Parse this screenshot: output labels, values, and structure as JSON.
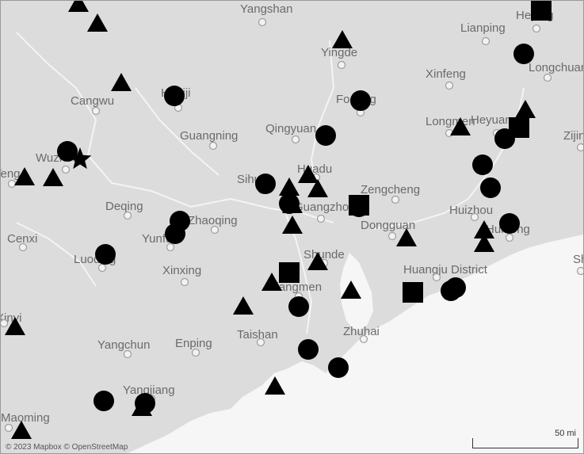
{
  "map": {
    "attribution": "© 2023 Mapbox © OpenStreetMap",
    "scale_label": "50 mi",
    "colors": {
      "land": "#dcdcdc",
      "water": "#f6f6f6",
      "marker": "#000000",
      "label": "#6a6a6a"
    },
    "cities": [
      {
        "name": "Yangshan"
      },
      {
        "name": "Lianping"
      },
      {
        "name": "Heping"
      },
      {
        "name": "Yingde"
      },
      {
        "name": "Xinfeng"
      },
      {
        "name": "Longchuan"
      },
      {
        "name": "Cangwu"
      },
      {
        "name": "Huaiji"
      },
      {
        "name": "Fogang"
      },
      {
        "name": "Longmen"
      },
      {
        "name": "Heyuan"
      },
      {
        "name": "Zijin"
      },
      {
        "name": "Guangning"
      },
      {
        "name": "Qingyuan"
      },
      {
        "name": "Wuzhou"
      },
      {
        "name": "Teng"
      },
      {
        "name": "Huadu"
      },
      {
        "name": "Sihui"
      },
      {
        "name": "Zengcheng"
      },
      {
        "name": "Deqing"
      },
      {
        "name": "Guangzhou"
      },
      {
        "name": "Huizhou"
      },
      {
        "name": "Zhaoqing"
      },
      {
        "name": "Dongguan"
      },
      {
        "name": "Huidong"
      },
      {
        "name": "Cenxi"
      },
      {
        "name": "Yunfu"
      },
      {
        "name": "Shunde"
      },
      {
        "name": "Luoding"
      },
      {
        "name": "Huangju District"
      },
      {
        "name": "Shanwei"
      },
      {
        "name": "Xinxing"
      },
      {
        "name": "Jiangmen"
      },
      {
        "name": "Xinyi"
      },
      {
        "name": "Taishan"
      },
      {
        "name": "Zhuhai"
      },
      {
        "name": "Yangchun"
      },
      {
        "name": "Enping"
      },
      {
        "name": "Yangjiang"
      },
      {
        "name": "Maoming"
      }
    ],
    "markers": [
      {
        "shape": "triangle"
      },
      {
        "shape": "triangle"
      },
      {
        "shape": "triangle"
      },
      {
        "shape": "triangle"
      },
      {
        "shape": "triangle"
      },
      {
        "shape": "triangle"
      },
      {
        "shape": "triangle"
      },
      {
        "shape": "triangle"
      },
      {
        "shape": "triangle"
      },
      {
        "shape": "triangle"
      },
      {
        "shape": "triangle"
      },
      {
        "shape": "triangle"
      },
      {
        "shape": "triangle"
      },
      {
        "shape": "triangle"
      },
      {
        "shape": "triangle"
      },
      {
        "shape": "triangle"
      },
      {
        "shape": "triangle"
      },
      {
        "shape": "triangle"
      },
      {
        "shape": "triangle"
      },
      {
        "shape": "triangle"
      },
      {
        "shape": "triangle"
      },
      {
        "shape": "triangle"
      },
      {
        "shape": "triangle"
      },
      {
        "shape": "triangle"
      },
      {
        "shape": "circle"
      },
      {
        "shape": "circle"
      },
      {
        "shape": "circle"
      },
      {
        "shape": "circle"
      },
      {
        "shape": "circle"
      },
      {
        "shape": "circle"
      },
      {
        "shape": "circle"
      },
      {
        "shape": "circle"
      },
      {
        "shape": "circle"
      },
      {
        "shape": "circle"
      },
      {
        "shape": "circle"
      },
      {
        "shape": "circle"
      },
      {
        "shape": "circle"
      },
      {
        "shape": "circle"
      },
      {
        "shape": "circle"
      },
      {
        "shape": "circle"
      },
      {
        "shape": "circle"
      },
      {
        "shape": "circle"
      },
      {
        "shape": "circle"
      },
      {
        "shape": "circle"
      },
      {
        "shape": "circle"
      },
      {
        "shape": "circle"
      },
      {
        "shape": "circle"
      },
      {
        "shape": "circle"
      },
      {
        "shape": "circle"
      },
      {
        "shape": "square"
      },
      {
        "shape": "square"
      },
      {
        "shape": "square"
      },
      {
        "shape": "square"
      },
      {
        "shape": "square"
      },
      {
        "shape": "star"
      }
    ]
  }
}
